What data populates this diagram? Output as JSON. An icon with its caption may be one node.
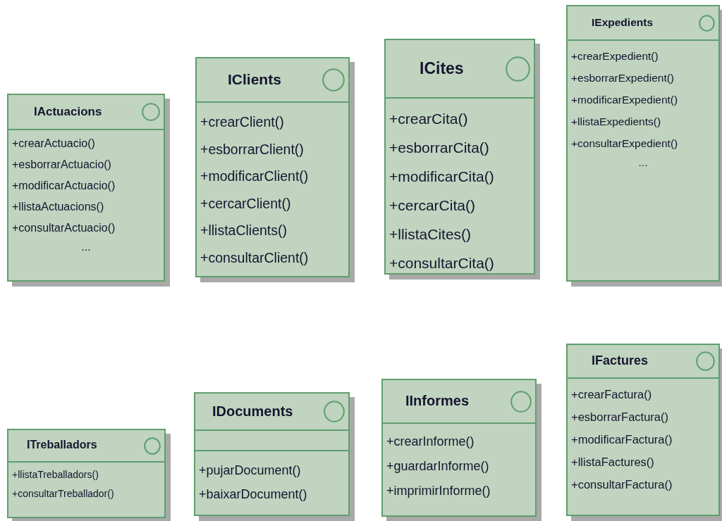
{
  "diagram": {
    "nodes": [
      {
        "text": [
          "IActuacions",
          "+crearActuacio()",
          "+esborrarActuacio()",
          "+modificarActuacio()",
          "+llistaActuacions()",
          "+consultarActuacio()",
          "..."
        ]
      },
      {
        "text": [
          "IClients",
          "+crearClient()",
          "+esborrarClient()",
          "+modificarClient()",
          "+cercarClient()",
          "+llistaClients()",
          "+consultarClient()"
        ]
      },
      {
        "text": [
          "ICites",
          "+crearCita()",
          "+esborrarCita()",
          "+modificarCita()",
          "+cercarCita()",
          "+llistaCites()",
          "+consultarCita()"
        ]
      },
      {
        "text": [
          "IExpedients",
          "+crearExpedient()",
          "+esborrarExpedient()",
          "+modificarExpedient()",
          "+llistaExpedients()",
          "+consultarExpedient()",
          "..."
        ]
      },
      {
        "text": [
          "ITreballadors",
          "+llistaTreballadors()",
          "+consultarTreballador()"
        ]
      },
      {
        "text": [
          "IDocuments",
          "+pujarDocument()",
          "+baixarDocument()"
        ]
      },
      {
        "text": [
          "IInformes",
          "+crearInforme()",
          "+guardarInforme()",
          "+imprimirInforme()"
        ]
      },
      {
        "text": [
          "IFactures",
          "+crearFactura()",
          "+esborrarFactura()",
          "+modificarFactura()",
          "+llistaFactures()",
          "+consultarFactura()"
        ]
      }
    ]
  }
}
